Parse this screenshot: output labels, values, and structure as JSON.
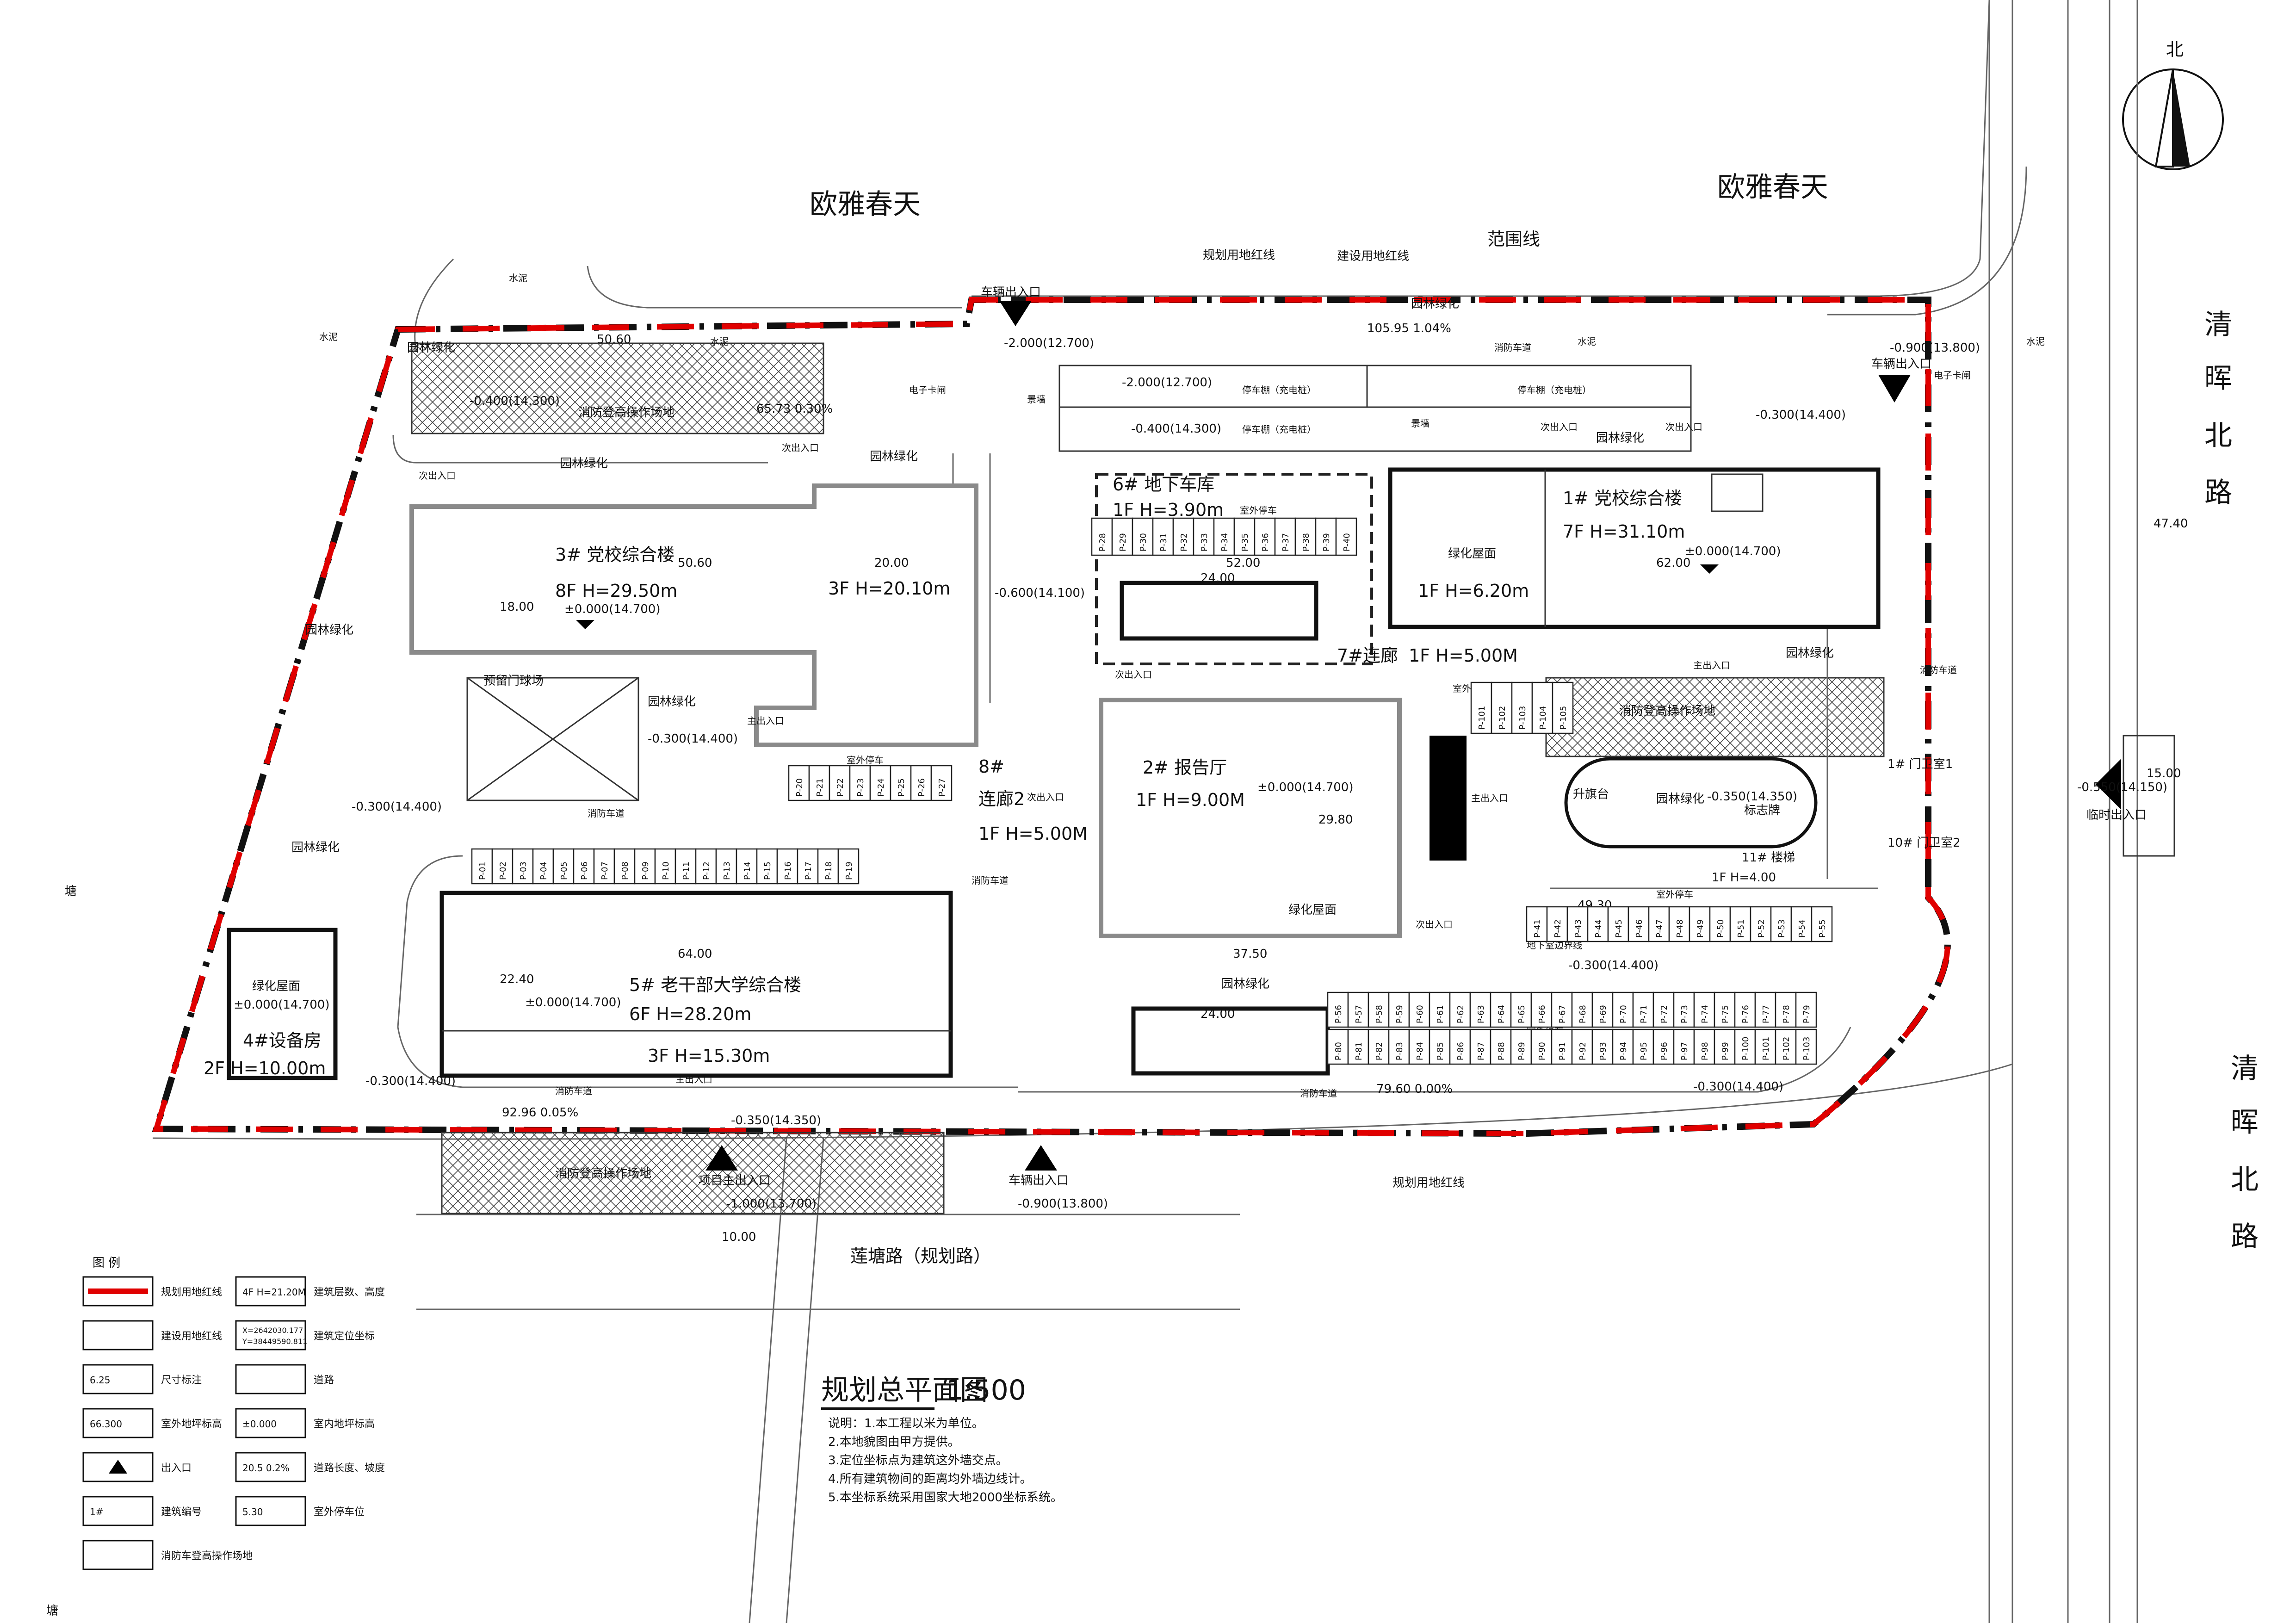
{
  "top_labels": {
    "left_estate": "欧雅春天",
    "right_estate": "欧雅春天"
  },
  "north": {
    "label": "北"
  },
  "roads": {
    "east": [
      "清",
      "晖",
      "北",
      "路"
    ],
    "east_lower": [
      "清",
      "晖",
      "北",
      "路"
    ],
    "south": "莲塘路（规划路）"
  },
  "boundary_labels": {
    "planning_line": "规划用地红线",
    "construction_line": "建设用地红线",
    "scope_line": "范围线",
    "planning_line_bottom": "规划用地红线"
  },
  "entrances": {
    "north_vehicle": "车辆出入口",
    "east_vehicle": "车辆出入口",
    "temp": "临时出入口",
    "south_main": "项目主出入口",
    "south_vehicle": "车辆出入口"
  },
  "buildings": {
    "b3": {
      "name": "3#  党校综合楼",
      "height": "8F  H=29.50m",
      "elev": "±0.000(14.700)",
      "wing": "3F  H=20.10m"
    },
    "b1": {
      "name": "1#  党校综合楼",
      "height": "7F  H=31.10m",
      "elev": "±0.000(14.700)",
      "wing": "1F  H=6.20m"
    },
    "b2": {
      "name": "2#  报告厅",
      "height": "1F  H=9.00M",
      "elev": "±0.000(14.700)"
    },
    "b5": {
      "name": "5#  老干部大学综合楼",
      "height": "6F  H=28.20m",
      "elev": "±0.000(14.700)",
      "wing": "3F  H=15.30m"
    },
    "b4": {
      "name": "4#设备房",
      "height": "2F  H=10.00m",
      "elev": "±0.000(14.700)",
      "roof": "绿化屋面"
    },
    "b6": {
      "name": "6#  地下车库",
      "height": "1F  H=3.90m"
    },
    "b7": {
      "name": "7#连廊",
      "height": "1F  H=5.00M"
    },
    "b8": {
      "name": "8#",
      "sub": "连廊2",
      "height": "1F  H=5.00M"
    },
    "b11": {
      "name": "11#  楼梯",
      "height": "1F  H=4.00"
    }
  },
  "area_labels": {
    "greening": "园林绿化",
    "fire_site": "消防登高操作场地",
    "fire_lane": "消防车道",
    "outdoor_parking": "室外停车",
    "sub_entrance": "次出入口",
    "main_entrance": "主出入口",
    "reserved_court": "预留门球场",
    "green_roof": "绿化屋面",
    "flag_stage": "升旗台",
    "sign": "标志牌",
    "garage_shed": "停车棚（充电桩）",
    "landscape_wall": "景墙",
    "cement": "水泥",
    "pond": "塘",
    "electronic_gate": "电子卡闸",
    "underground_line": "地下室边界线",
    "gatehouse1": "1# 门卫室1",
    "gatehouse2": "10# 门卫室2"
  },
  "dimensions": {
    "north_slope": "105.95   1.04%",
    "nw_len": "50.60",
    "nw_slope": "65.73   0.30%",
    "south_slope": "92.96   0.05%",
    "mid_slope": "79.60   0.00%",
    "east_len": "47.40",
    "b3_w": "50.60",
    "b3_d": "18.00",
    "b3_wing": "20.00",
    "b1_w": "62.00",
    "b5_w": "64.00",
    "b5_d": "22.40",
    "b2_w": "37.50",
    "b2_d": "29.80",
    "gar_w": "52.00",
    "gar_w2": "24.00",
    "track": "49.30",
    "ent_w": "10.00",
    "ent_w2": "15.00"
  },
  "elevations": {
    "n_gate": "-2.000(12.700)",
    "ne_gate": "-0.900(13.800)",
    "e_gate": "-0.550(14.150)",
    "s_gate": "-1.000(13.700)",
    "s_gate2": "-0.900(13.800)",
    "nw": "-0.400(14.300)",
    "c1": "-0.300(14.400)",
    "c2": "-0.350(14.350)",
    "garage": "-0.600(14.100)",
    "ne": "-0.300(14.400)"
  },
  "parking_rows": {
    "row1": [
      "P-01",
      "P-02",
      "P-03",
      "P-04",
      "P-05",
      "P-06",
      "P-07",
      "P-08",
      "P-09",
      "P-10",
      "P-11",
      "P-12",
      "P-13",
      "P-14",
      "P-15",
      "P-16",
      "P-17",
      "P-18",
      "P-19"
    ],
    "row2": [
      "P-20",
      "P-21",
      "P-22",
      "P-23",
      "P-24",
      "P-25",
      "P-26",
      "P-27"
    ],
    "row3": [
      "P-28",
      "P-29",
      "P-30",
      "P-31",
      "P-32",
      "P-33",
      "P-34",
      "P-35",
      "P-36",
      "P-37",
      "P-38",
      "P-39",
      "P-40"
    ],
    "row4": [
      "P-41",
      "P-42",
      "P-43",
      "P-44",
      "P-45",
      "P-46",
      "P-47",
      "P-48",
      "P-49",
      "P-50",
      "P-51",
      "P-52",
      "P-53",
      "P-54",
      "P-55"
    ],
    "row5": [
      "P-56",
      "P-57",
      "P-58",
      "P-59",
      "P-60",
      "P-61",
      "P-62",
      "P-63",
      "P-64",
      "P-65",
      "P-66",
      "P-67",
      "P-68",
      "P-69",
      "P-70",
      "P-71",
      "P-72",
      "P-73",
      "P-74",
      "P-75",
      "P-76",
      "P-77",
      "P-78",
      "P-79"
    ],
    "row6": [
      "P-80",
      "P-81",
      "P-82",
      "P-83",
      "P-84",
      "P-85",
      "P-86",
      "P-87",
      "P-88",
      "P-89",
      "P-90",
      "P-91",
      "P-92",
      "P-93",
      "P-94",
      "P-95",
      "P-96",
      "P-97",
      "P-98",
      "P-99",
      "P-100",
      "P-101",
      "P-102",
      "P-103"
    ],
    "row7": [
      "P-101",
      "P-102",
      "P-103",
      "P-104",
      "P-105"
    ]
  },
  "legend": {
    "title": "图    例",
    "items": [
      {
        "sample": "",
        "label": "规划用地红线"
      },
      {
        "sample": "4F  H=21.20M",
        "label": "建筑层数、高度"
      },
      {
        "sample": "",
        "label": "建设用地红线"
      },
      {
        "sample": "X=2642030.177\nY=38449590.811",
        "label": "建筑定位坐标"
      },
      {
        "sample": "6.25",
        "label": "尺寸标注"
      },
      {
        "sample": "",
        "label": "道路"
      },
      {
        "sample": "66.300",
        "label": "室外地坪标高"
      },
      {
        "sample": "±0.000",
        "label": "室内地坪标高"
      },
      {
        "sample": "",
        "label": "出入口"
      },
      {
        "sample": "20.5   0.2%",
        "label": "道路长度、坡度"
      },
      {
        "sample": "1#",
        "label": "建筑编号"
      },
      {
        "sample": "5.30",
        "label": "室外停车位"
      },
      {
        "sample": "",
        "label": "消防车登高操作场地"
      }
    ]
  },
  "plan_title": {
    "title": "规划总平面图",
    "scale": "1:500"
  },
  "notes": [
    "说明：1.本工程以米为单位。",
    "2.本地貌图由甲方提供。",
    "3.定位坐标点为建筑这外墙交点。",
    "4.所有建筑物间的距离均外墙边线计。",
    "5.本坐标系统采用国家大地2000坐标系统。"
  ],
  "colors": {
    "red_line": "#e00000",
    "ink": "#111111"
  }
}
